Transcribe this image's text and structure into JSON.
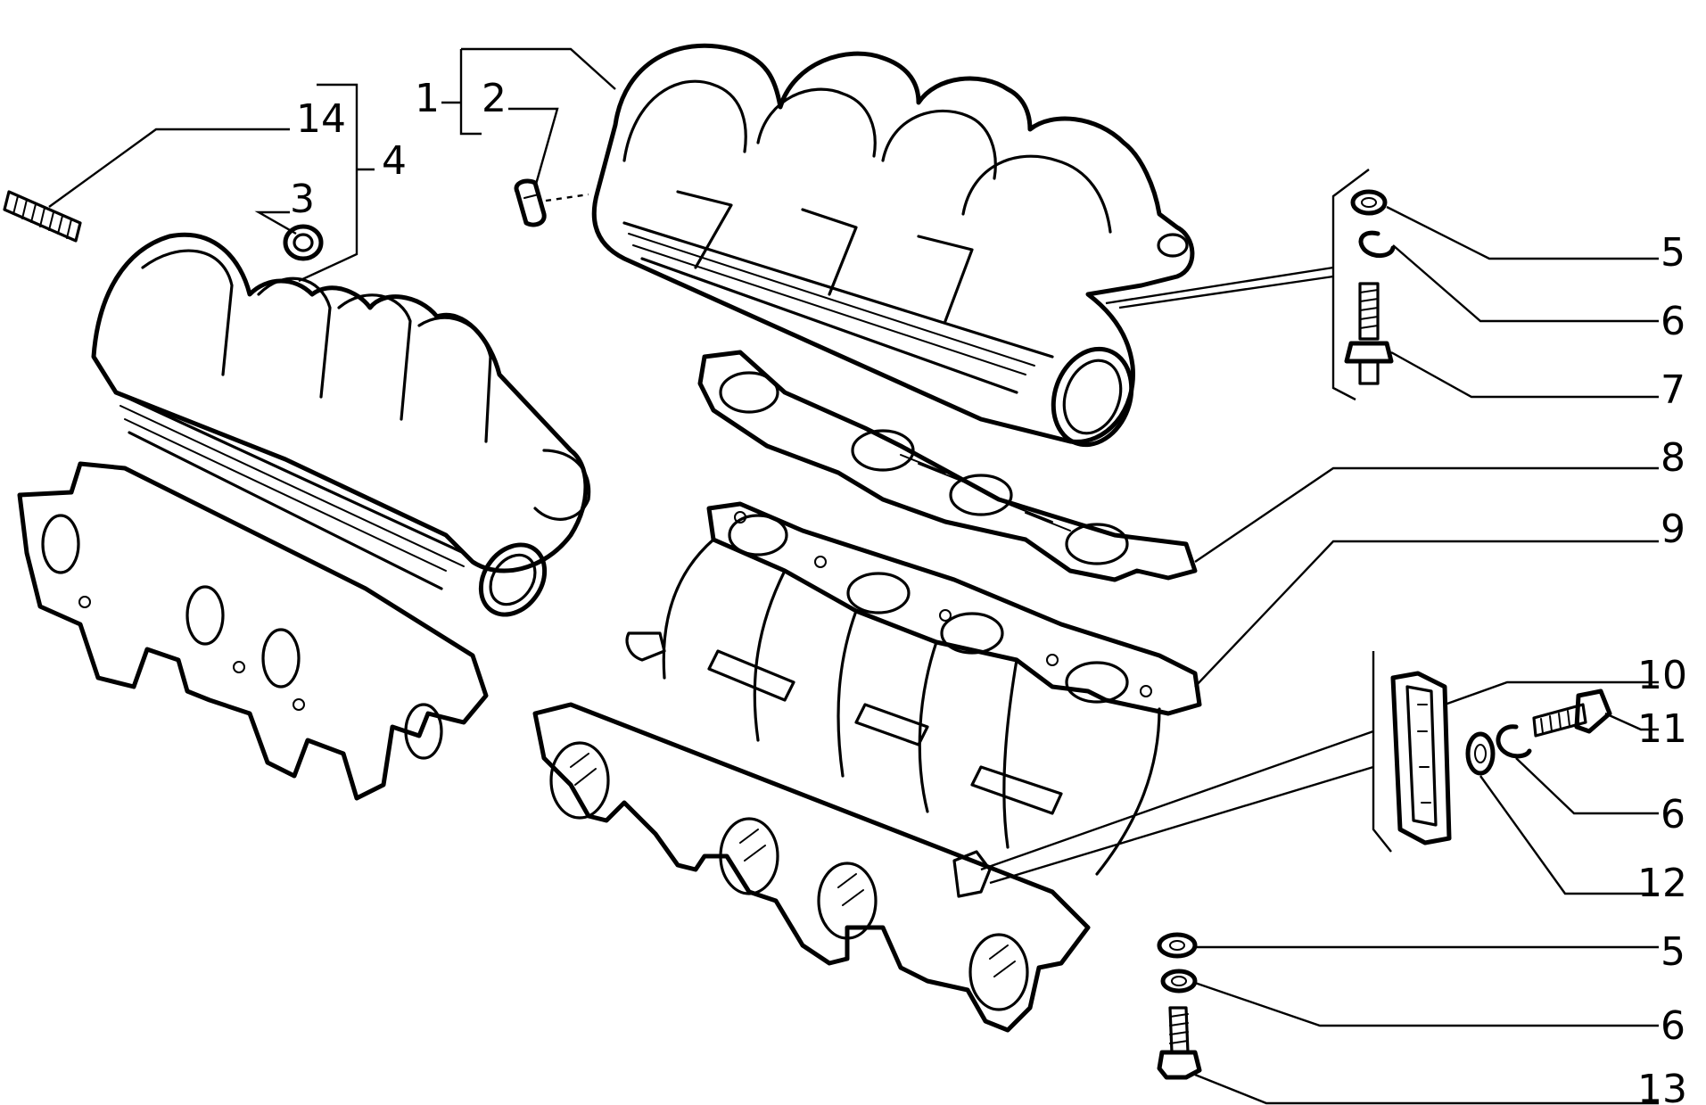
{
  "callouts": [
    {
      "id": "c1",
      "text": "1"
    },
    {
      "id": "c2",
      "text": "2"
    },
    {
      "id": "c3",
      "text": "3"
    },
    {
      "id": "c4",
      "text": "4"
    },
    {
      "id": "c14",
      "text": "14"
    },
    {
      "id": "c5a",
      "text": "5"
    },
    {
      "id": "c6a",
      "text": "6"
    },
    {
      "id": "c7",
      "text": "7"
    },
    {
      "id": "c8",
      "text": "8"
    },
    {
      "id": "c9",
      "text": "9"
    },
    {
      "id": "c10",
      "text": "10"
    },
    {
      "id": "c11",
      "text": "11"
    },
    {
      "id": "c6b",
      "text": "6"
    },
    {
      "id": "c12",
      "text": "12"
    },
    {
      "id": "c5b",
      "text": "5"
    },
    {
      "id": "c6c",
      "text": "6"
    },
    {
      "id": "c13",
      "text": "13"
    }
  ]
}
